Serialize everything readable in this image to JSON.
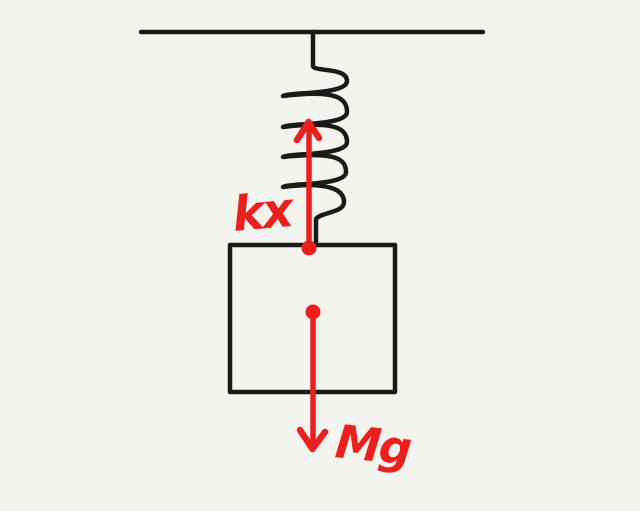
{
  "colors": {
    "background": "#f4f4ee",
    "ink": "#1a1a1a",
    "accent_red": "#ea201e"
  },
  "diagram": {
    "labels": {
      "spring_force": "kx",
      "gravity_force": "Mg"
    },
    "elements": [
      "ceiling-line",
      "spring-hanger-coil",
      "mass-block",
      "spring-force-arrow-up",
      "gravity-force-arrow-down"
    ]
  }
}
